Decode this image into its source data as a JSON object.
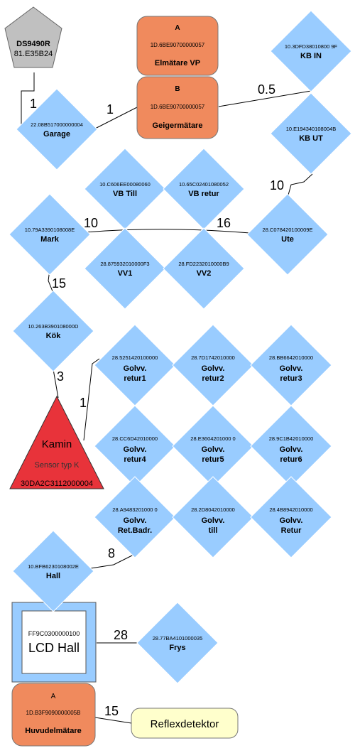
{
  "diagram": {
    "pentagon": {
      "name": "DS9490R",
      "id": "81.E35B24",
      "fill": "#c0c0c0"
    },
    "elmatare": {
      "letter": "A",
      "id": "1D.6BE90700000057",
      "name": "Elmätare VP"
    },
    "geiger": {
      "letter": "B",
      "id": "1D.6BE90700000057",
      "name": "Geigermätare"
    },
    "huvud": {
      "letter": "A",
      "id": "1D.B3F9090000005B",
      "name": "Huvudelmätare"
    },
    "kamin": {
      "name": "Kamin",
      "sub": "Sensor typ K",
      "id": "30DA2C3112000004",
      "fill": "#e8333a"
    },
    "lcd": {
      "id": "FF9C0300000100",
      "name": "LCD Hall"
    },
    "reflex": {
      "name": "Reflexdetektor",
      "fill": "#ffffcc"
    },
    "sensors": [
      {
        "key": "garage",
        "id": "22.08B517000000004",
        "name": "Garage"
      },
      {
        "key": "kbin",
        "id": "10.3DFD38010800 9F",
        "name": "KB IN"
      },
      {
        "key": "kbut",
        "id": "10.E194340108004B",
        "name": "KB UT"
      },
      {
        "key": "vbtill",
        "id": "10.C606EE00080060",
        "name": "VB Till"
      },
      {
        "key": "vbretur",
        "id": "10.65C02401080052",
        "name": "VB retur"
      },
      {
        "key": "mark",
        "id": "10.79A3390108008E",
        "name": "Mark"
      },
      {
        "key": "ute",
        "id": "28.C078420100009E",
        "name": "Ute"
      },
      {
        "key": "vv1",
        "id": "28.875932010000F3",
        "name": "VV1"
      },
      {
        "key": "vv2",
        "id": "28.FD2232010000B9",
        "name": "VV2"
      },
      {
        "key": "kok",
        "id": "10.263B390108000D",
        "name": "Kök"
      },
      {
        "key": "retur1",
        "id": "28.5251420100000",
        "name": "Golvv.",
        "name2": "retur1"
      },
      {
        "key": "retur2",
        "id": "28.7D1742010000",
        "name": "Golvv.",
        "name2": "retur2"
      },
      {
        "key": "retur3",
        "id": "28.BB6642010000",
        "name": "Golvv.",
        "name2": "retur3"
      },
      {
        "key": "retur4",
        "id": "28.CC6D42010000",
        "name": "Golvv.",
        "name2": "retur4"
      },
      {
        "key": "retur5",
        "id": "28.E3604201000 0",
        "name": "Golvv.",
        "name2": "retur5"
      },
      {
        "key": "retur6",
        "id": "28.9C1B42010000",
        "name": "Golvv.",
        "name2": "retur6"
      },
      {
        "key": "retbadr",
        "id": "28.A9483201000 0",
        "name": "Golvv.",
        "name2": "Ret.Badr."
      },
      {
        "key": "till",
        "id": "28.2D8042010000",
        "name": "Golvv.",
        "name2": "till"
      },
      {
        "key": "retur",
        "id": "28.4B8942010000",
        "name": "Golvv.",
        "name2": "Retur"
      },
      {
        "key": "hall",
        "id": "10.BFB6230108002E",
        "name": "Hall"
      },
      {
        "key": "frys",
        "id": "28.77BA4101000035",
        "name": "Frys"
      }
    ],
    "edge_labels": {
      "pent_garage": "1",
      "garage_geiger": "1",
      "geiger_kb": "0.5",
      "kbut_ute": "10",
      "mark_line": "10",
      "ute_line": "16",
      "mark_kok": "15",
      "kok_kamin": "3",
      "kamin_golvv": "1",
      "golvv_hall": "8",
      "lcd_frys": "28",
      "huvud_reflex": "15"
    },
    "colors": {
      "diamond": "#99ccff",
      "orange": "#f08a5d",
      "lcd_frame": "#99ccff",
      "line": "#000000"
    }
  }
}
